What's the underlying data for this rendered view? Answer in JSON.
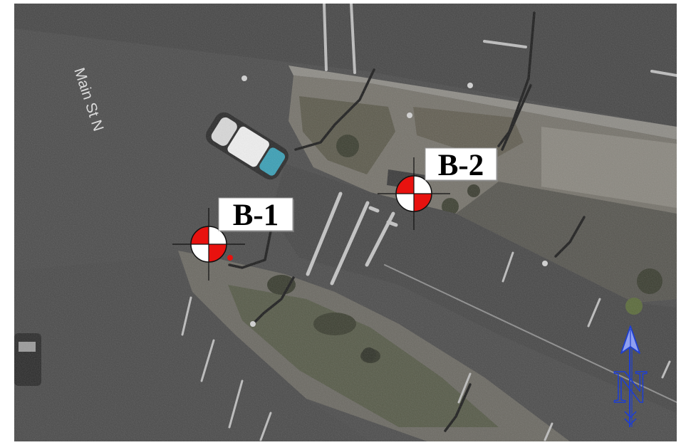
{
  "map": {
    "street_labels": [
      {
        "text": "Main St N"
      }
    ],
    "borings": [
      {
        "id": "B-1"
      },
      {
        "id": "B-2"
      }
    ],
    "north_arrow": {
      "letter": "N",
      "icon": "north-arrow-icon"
    }
  },
  "colors": {
    "marker_red": "#e8120f",
    "marker_white": "#ffffff",
    "north_arrow": "#1f3fd0",
    "label_background": "#ffffff"
  }
}
